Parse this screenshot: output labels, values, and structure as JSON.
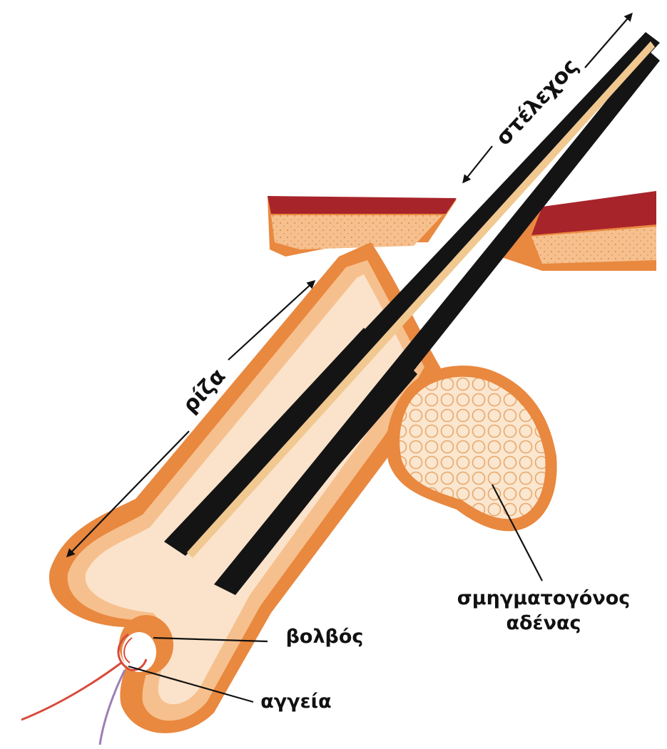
{
  "labels": {
    "shaft": "στέλεχος",
    "root": "ρίζα",
    "gland_line1": "σμηγματογόνος",
    "gland_line2": "αδένας",
    "bulb": "βολβός",
    "vessels": "αγγεία"
  },
  "colors": {
    "skin_outer": "#e9883f",
    "skin_mid": "#f6c08e",
    "skin_inner": "#fbe3cb",
    "dermis_dark": "#a8242b",
    "hair_black": "#141414",
    "gland_fill": "#fbe6cf",
    "vessel_red": "#d94a3c",
    "vessel_purple": "#9b7fb6",
    "arrow": "#111111"
  }
}
